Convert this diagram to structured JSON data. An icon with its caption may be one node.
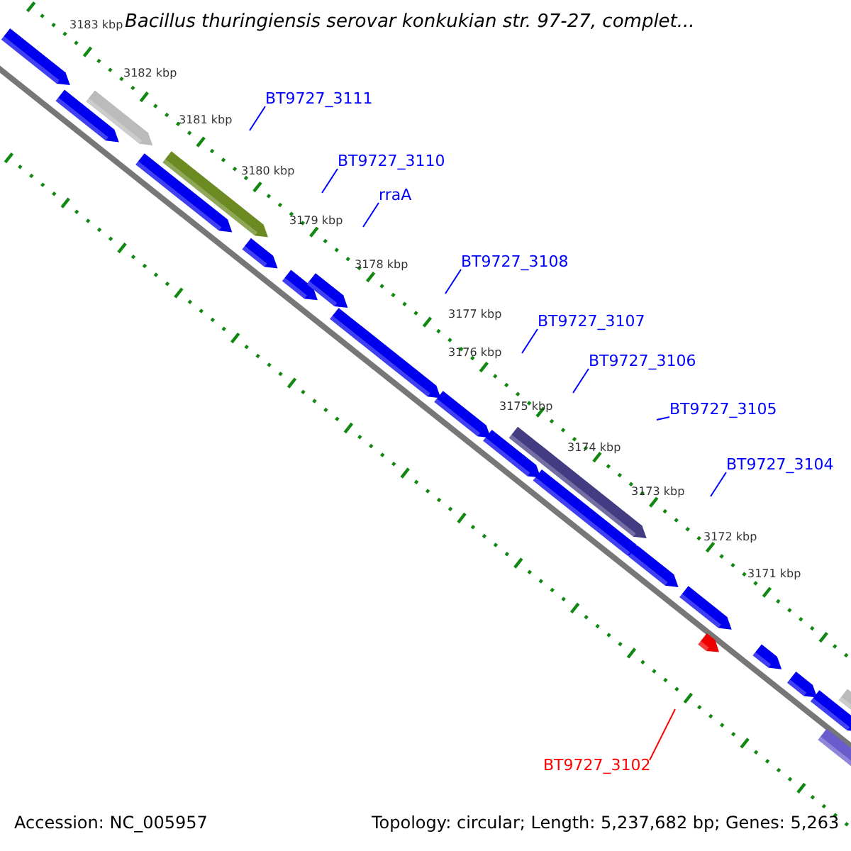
{
  "diagram": {
    "title": "Bacillus thuringiensis serovar konkukian str. 97-27, complet...",
    "nodes": [
      {
        "text": [
          "BT9727_3111"
        ]
      },
      {
        "text": [
          "BT9727_3110"
        ]
      },
      {
        "text": [
          "rraA"
        ]
      },
      {
        "text": [
          "BT9727_3108"
        ]
      },
      {
        "text": [
          "BT9727_3107"
        ]
      },
      {
        "text": [
          "BT9727_3106"
        ]
      },
      {
        "text": [
          "BT9727_3105"
        ]
      },
      {
        "text": [
          "BT9727_3104"
        ]
      },
      {
        "text": [
          "BT9727_3102"
        ]
      }
    ],
    "edges": [
      {
        "from": 0,
        "to": null,
        "arrow": "none"
      },
      {
        "from": 1,
        "to": null,
        "arrow": "none"
      },
      {
        "from": 2,
        "to": null,
        "arrow": "none"
      },
      {
        "from": 3,
        "to": null,
        "arrow": "none"
      },
      {
        "from": 4,
        "to": null,
        "arrow": "none"
      },
      {
        "from": 5,
        "to": null,
        "arrow": "none"
      },
      {
        "from": 6,
        "to": null,
        "arrow": "none"
      },
      {
        "from": 7,
        "to": null,
        "arrow": "none"
      },
      {
        "from": 8,
        "to": null,
        "arrow": "none",
        "color": "#ff0000"
      }
    ],
    "labels": [
      "3183 kbp",
      "3182 kbp",
      "3181 kbp",
      "3180 kbp",
      "3179 kbp",
      "3178 kbp",
      "3177 kbp",
      "3176 kbp",
      "3175 kbp",
      "3174 kbp",
      "3173 kbp",
      "3172 kbp",
      "3171 kbp",
      "Accession: NC_005957",
      "Topology: circular; Length: 5,237,682 bp; Genes: 5,263"
    ]
  }
}
